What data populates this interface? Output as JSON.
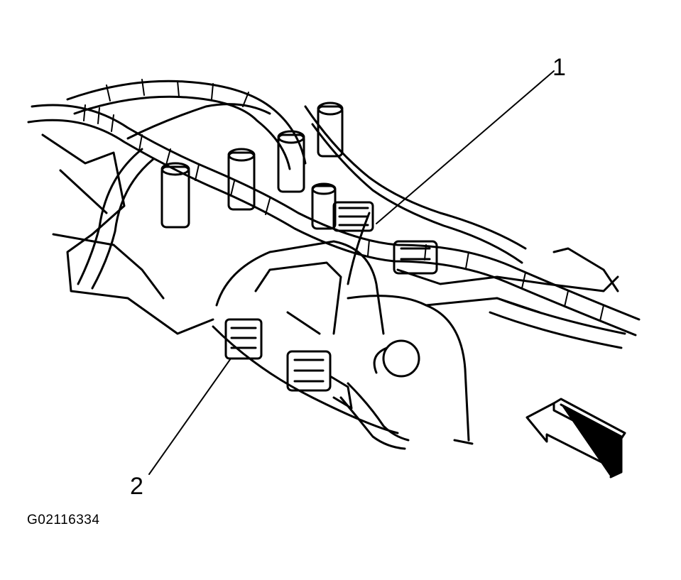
{
  "diagram": {
    "callouts": [
      {
        "number": "1"
      },
      {
        "number": "2"
      }
    ],
    "figure_id": "G02116334",
    "line_color": "#000000",
    "background_color": "#ffffff"
  }
}
